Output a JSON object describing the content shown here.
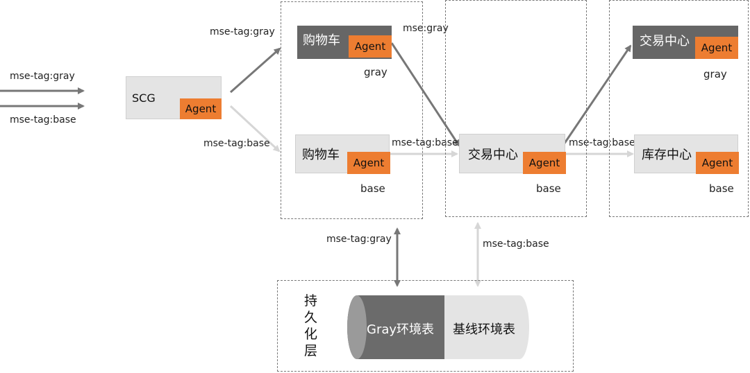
{
  "input_labels": {
    "gray": "mse-tag:gray",
    "base": "mse-tag:base"
  },
  "scg": {
    "name": "SCG",
    "agent": "Agent"
  },
  "edge_labels": {
    "scg_to_cart_gray": "mse-tag:gray",
    "scg_to_cart_base": "mse-tag:base",
    "cart_gray_to_trade": "mse:gray",
    "cart_base_to_trade": "mse-tag:base",
    "trade_to_inventory": "mse-tag:base",
    "persist_gray": "mse-tag:gray",
    "persist_base": "mse-tag:base"
  },
  "group1": {
    "gray_service": {
      "name": "购物车",
      "agent": "Agent",
      "tag": "gray"
    },
    "base_service": {
      "name": "购物车",
      "agent": "Agent",
      "tag": "base"
    }
  },
  "group2": {
    "base_service": {
      "name": "交易中心",
      "agent": "Agent",
      "tag": "base"
    }
  },
  "group3": {
    "gray_service": {
      "name": "交易中心",
      "agent": "Agent",
      "tag": "gray"
    },
    "base_service": {
      "name": "库存中心",
      "agent": "Agent",
      "tag": "base"
    }
  },
  "persistence": {
    "label_chars": [
      "持",
      "久",
      "化",
      "层"
    ],
    "gray_table": "Gray环境表",
    "base_table": "基线环境表"
  },
  "colors": {
    "agent": "#ed7d31",
    "gray_service": "#666666",
    "base_service": "#e4e4e4",
    "gray_arrow": "#777777",
    "base_arrow": "#d6d6d6"
  }
}
